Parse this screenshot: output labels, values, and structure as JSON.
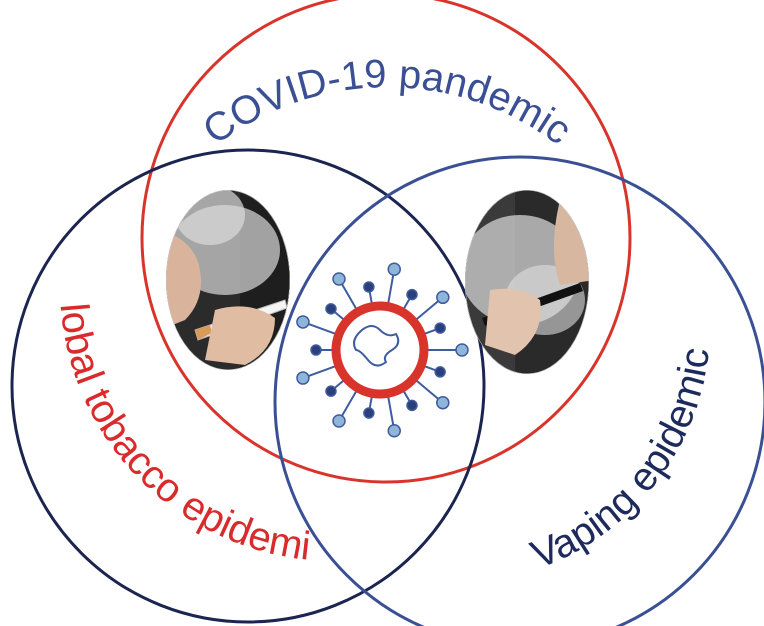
{
  "diagram": {
    "labels": {
      "covid": "COVID-19 pandemic",
      "tobacco": "Global tobacco epidemic",
      "vaping": "Vaping epidemic"
    },
    "colors": {
      "covid_circle": "#d9342b",
      "tobacco_circle": "#1b2550",
      "vaping_circle": "#3a4f94",
      "covid_text": "#3a4f94",
      "tobacco_text": "#d92b2b",
      "vaping_text": "#1d2a5c",
      "virus_ring": "#d9342b",
      "virus_spikes": "#3f5c9e",
      "virus_tips": "#8fb6d8"
    },
    "images": {
      "left": "cigarette-smoker-photo",
      "right": "vaping-photo",
      "center": "coronavirus-icon"
    }
  }
}
